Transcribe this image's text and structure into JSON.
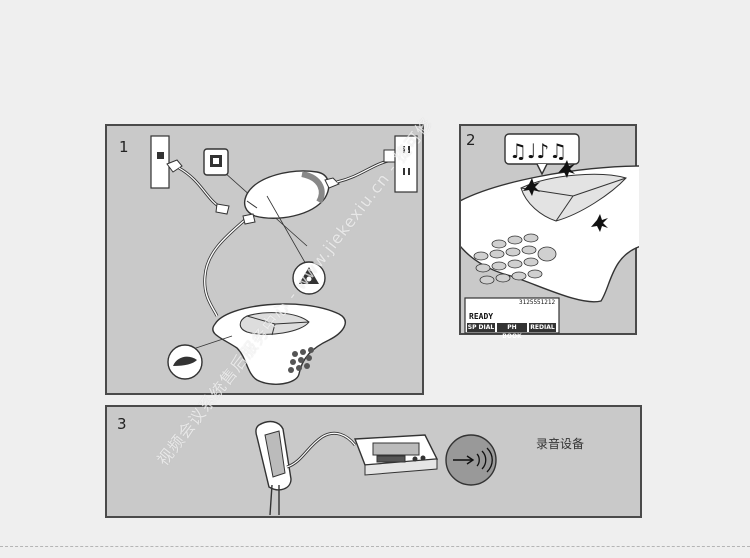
{
  "panels": {
    "p1": {
      "number": "1"
    },
    "p2": {
      "number": "2",
      "lcd_number": "3125551212",
      "lcd_status": "READY",
      "softkeys": [
        "SP DIAL",
        "PH BOOK",
        "REDIAL"
      ]
    },
    "p3": {
      "number": "3",
      "caption": "录音设备"
    }
  },
  "watermark": "视频会议系统售后服务中心 - www.jiekexiu.cn - 捷可修",
  "colors": {
    "panel_bg": "#c9c9c9",
    "panel_border": "#4a4a4a",
    "page_bg": "#efefef"
  },
  "icons": [
    "wall-phone-jack-icon",
    "power-outlet-icon",
    "phone-jack-icon",
    "triangle-speaker-icon",
    "mic-extension-icon",
    "music-notes-icon",
    "audio-out-icon"
  ]
}
